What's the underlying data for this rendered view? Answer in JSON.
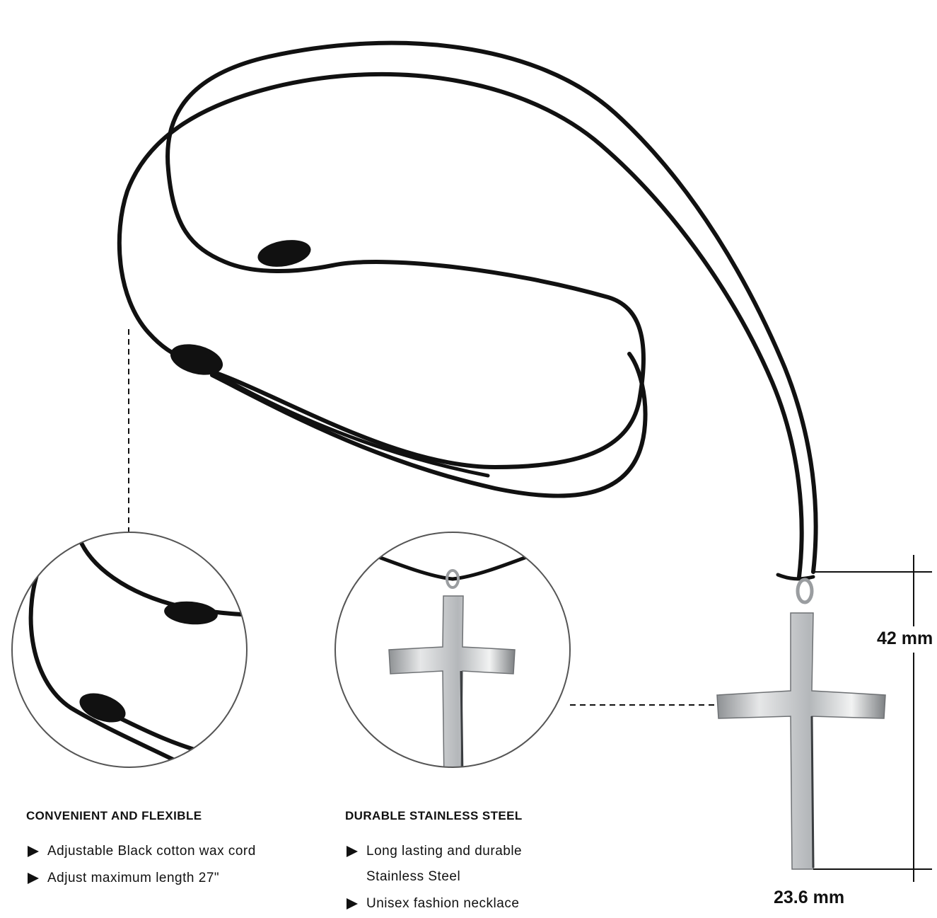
{
  "dimensions": {
    "height_label": "42 mm",
    "width_label": "23.6 mm"
  },
  "features": {
    "left": {
      "title": "CONVENIENT AND FLEXIBLE",
      "items": [
        "Adjustable Black cotton wax cord",
        "Adjust maximum length 27\""
      ]
    },
    "right": {
      "title": "DURABLE STAINLESS STEEL",
      "items": [
        "Long lasting and durable\nStainless Steel",
        "Unisex fashion necklace"
      ]
    }
  },
  "icons": {
    "bullet": "play-triangle-icon"
  },
  "colors": {
    "cord": "#111111",
    "steel": "#c9cbcd",
    "circle_outline": "#555555"
  }
}
